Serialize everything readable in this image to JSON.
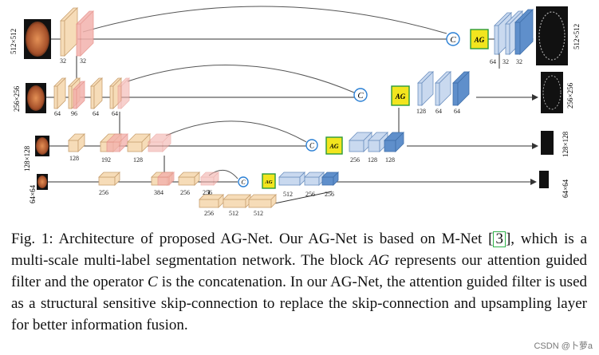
{
  "figure": {
    "input_labels": [
      "512×512",
      "256×256",
      "128×128",
      "64×64"
    ],
    "output_labels": [
      "512×512",
      "256×256",
      "128×128",
      "64×64"
    ],
    "concat_symbol": "C",
    "ag_symbol": "AG",
    "level1": {
      "encoder": [
        "32",
        "32"
      ],
      "decoder": [
        "64",
        "32",
        "32"
      ]
    },
    "level2": {
      "encoder": [
        "64",
        "96",
        "64",
        "64"
      ],
      "decoder": [
        "128",
        "64",
        "64"
      ]
    },
    "level3": {
      "encoder": [
        "128",
        "192",
        "128"
      ],
      "decoder": [
        "256",
        "128",
        "128"
      ]
    },
    "level4": {
      "encoder": [
        "256",
        "384",
        "256",
        "256"
      ],
      "decoder": [
        "512",
        "256",
        "256"
      ]
    },
    "bottleneck": [
      "256",
      "512",
      "512"
    ]
  },
  "caption": {
    "prefix": "Fig. 1: Architecture of proposed AG-Net. Our AG-Net is based on M-Net",
    "ref": "3",
    "part2": ", which is a multi-scale multi-label segmentation network. The block",
    "ag": "AG",
    "part3": "represents our attention guided filter and the operator",
    "c": "C",
    "part4": "is the concatenation. In our AG-Net, the attention guided filter is used as a structural sensitive skip-connection to replace the skip-connection and upsampling layer for better information fusion."
  },
  "watermark": "CSDN @卜萝a",
  "colors": {
    "encoder": "#f6dcb8",
    "encoder_stroke": "#c8a070",
    "red": "#f3b2ad",
    "decoder": "#c9d9ef",
    "decoder_dark": "#5f8fcb",
    "ag": "#f2e51e",
    "concat": "#2a7fd4"
  }
}
